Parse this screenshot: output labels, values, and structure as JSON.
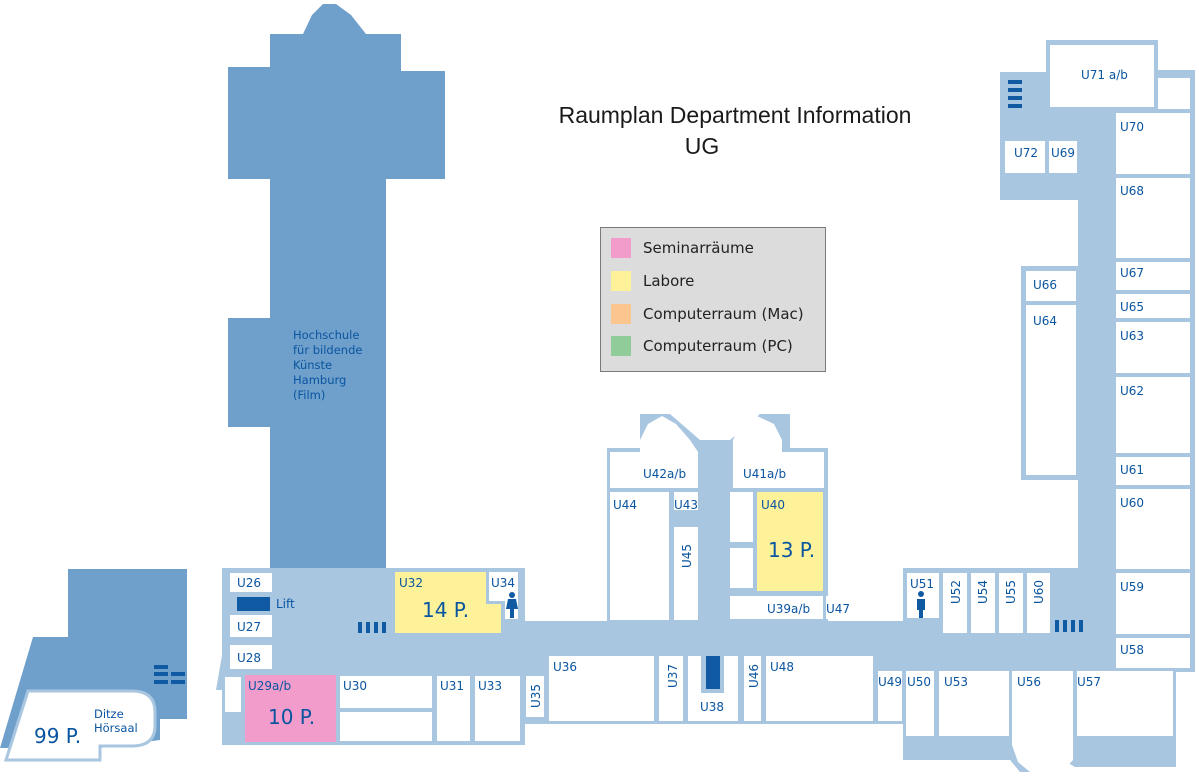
{
  "header": {
    "title": "Raumplan Department Information",
    "subtitle": "UG"
  },
  "colors": {
    "wall": "#a9c6e1",
    "corridor": "#a9c6e1",
    "building_other": "#6f9fcb",
    "stairs": "#0f5aa3",
    "text": "#0a55a0",
    "seminar": "#f29ccb",
    "labor": "#fdf29a",
    "mac": "#fbc58f",
    "pc": "#8fcc9a"
  },
  "legend": {
    "items": [
      {
        "label": "Seminarräume",
        "color": "#f29ccb"
      },
      {
        "label": "Labore",
        "color": "#fdf29a"
      },
      {
        "label": "Computerraum (Mac)",
        "color": "#fbc58f"
      },
      {
        "label": "Computerraum (PC)",
        "color": "#8fcc9a"
      }
    ]
  },
  "buildings": {
    "hfbk": [
      "Hochschule",
      "für bildende",
      "Künste",
      "Hamburg",
      "(Film)"
    ],
    "ditze": {
      "name_line1": "Ditze",
      "name_line2": "Hörsaal",
      "capacity": "99 P."
    }
  },
  "facilities": {
    "lift": "Lift"
  },
  "rooms": {
    "U26": "U26",
    "U27": "U27",
    "U28": "U28",
    "U29": {
      "label": "U29a/b",
      "capacity": "10 P.",
      "type": "Seminarräume"
    },
    "U30": "U30",
    "U31": "U31",
    "U32": {
      "label": "U32",
      "capacity": "14 P.",
      "type": "Labore"
    },
    "U33": "U33",
    "U34": "U34",
    "U35": "U35",
    "U36": "U36",
    "U37": "U37",
    "U38": "U38",
    "U39": "U39a/b",
    "U40": {
      "label": "U40",
      "capacity": "13 P.",
      "type": "Labore"
    },
    "U41": "U41a/b",
    "U42": "U42a/b",
    "U43": "U43",
    "U44": "U44",
    "U45": "U45",
    "U46": "U46",
    "U47": "U47",
    "U48": "U48",
    "U49": "U49",
    "U50": "U50",
    "U51": "U51",
    "U52": "U52",
    "U53": "U53",
    "U54": "U54",
    "U55": "U55",
    "U56": "U56",
    "U57": "U57",
    "U58": "U58",
    "U59": "U59",
    "U60a": "U60",
    "U60b": "U60",
    "U61": "U61",
    "U62": "U62",
    "U63": "U63",
    "U64": "U64",
    "U65": "U65",
    "U66": "U66",
    "U67": "U67",
    "U68": "U68",
    "U69": "U69",
    "U70": "U70",
    "U71": "U71 a/b",
    "U72": "U72"
  }
}
